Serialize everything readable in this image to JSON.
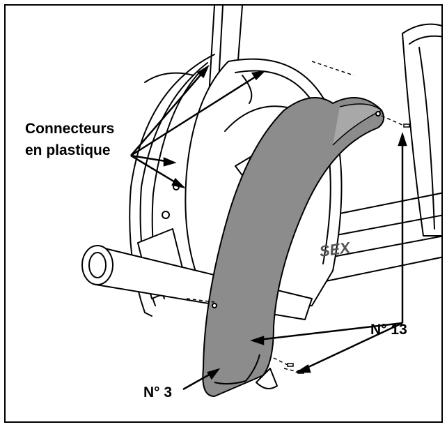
{
  "labels": {
    "plastic_connectors_line1": "Connecteurs",
    "plastic_connectors_line2": "en plastique",
    "part_13": "N° 13",
    "part_3": "N° 3"
  },
  "brand_partial": "SEX",
  "colors": {
    "line": "#000000",
    "cover_fill": "#8c8c8c",
    "cover_highlight": "#a8a8a8",
    "background": "#ffffff"
  }
}
